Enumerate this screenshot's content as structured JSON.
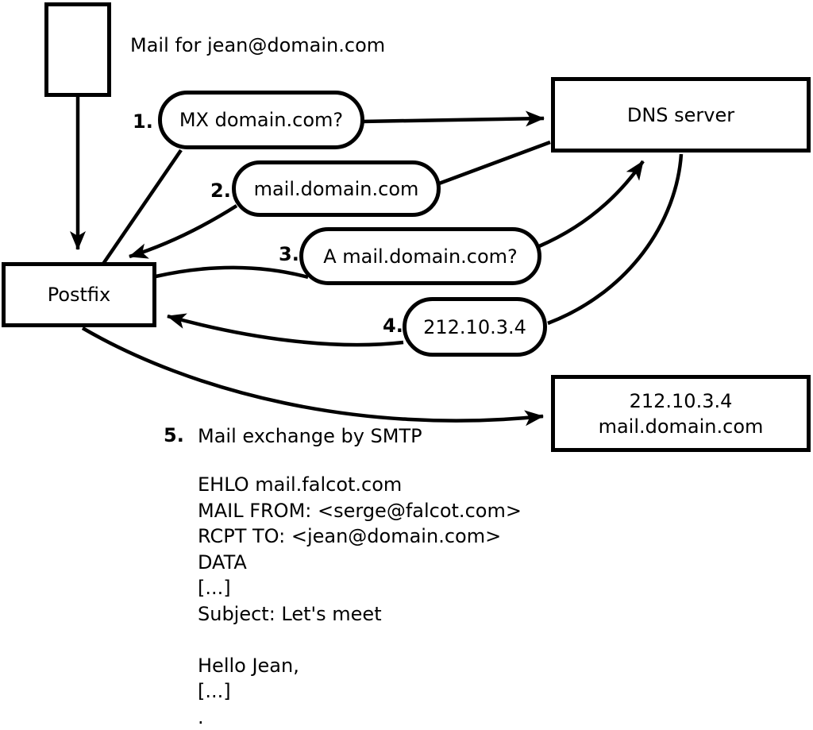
{
  "diagram": {
    "mail_label": "Mail for jean@domain.com",
    "nodes": {
      "sender": "Postfix",
      "dns": "DNS server",
      "target_line1": "212.10.3.4",
      "target_line2": "mail.domain.com"
    },
    "steps": [
      {
        "num": "1.",
        "label": "MX domain.com?"
      },
      {
        "num": "2.",
        "label": "mail.domain.com"
      },
      {
        "num": "3.",
        "label": "A mail.domain.com?"
      },
      {
        "num": "4.",
        "label": "212.10.3.4"
      },
      {
        "num": "5.",
        "label": "Mail exchange by SMTP"
      }
    ],
    "smtp_session": "EHLO mail.falcot.com\nMAIL FROM: <serge@falcot.com>\nRCPT TO: <jean@domain.com>\nDATA\n[...]\nSubject: Let's meet\n\nHello Jean,\n[...]\n."
  },
  "colors": {
    "stroke": "#000000",
    "background": "#ffffff"
  }
}
